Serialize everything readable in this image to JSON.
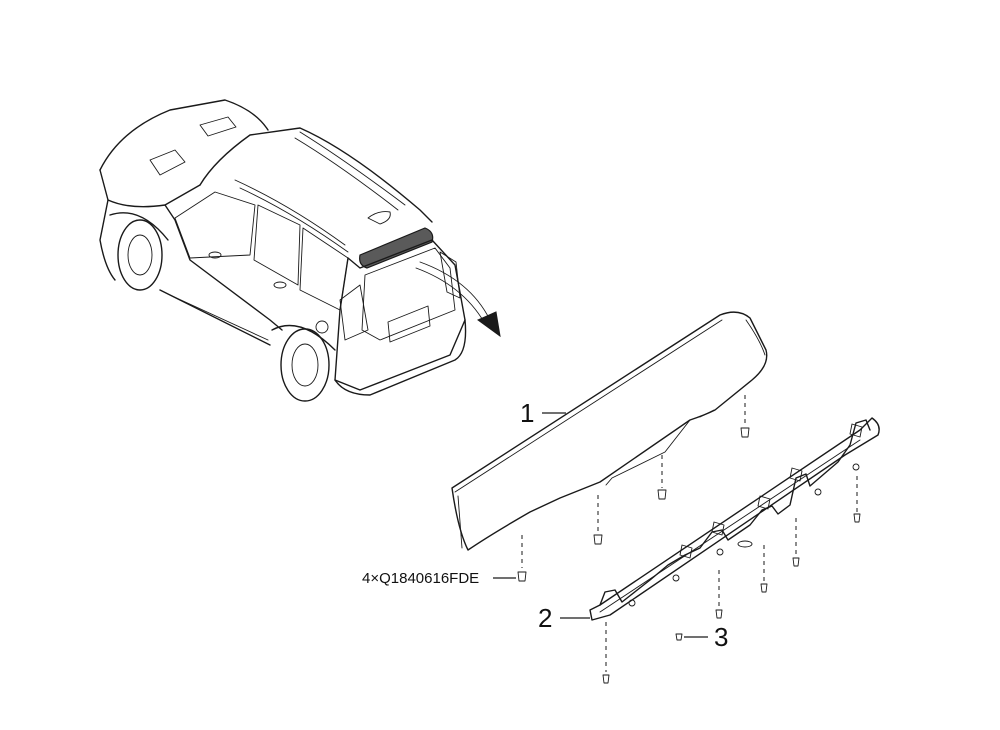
{
  "callouts": {
    "spoiler": "1",
    "bracket": "2",
    "screw": "3",
    "clip_qty": "4×",
    "clip_part_no": "Q1840616FDE"
  }
}
